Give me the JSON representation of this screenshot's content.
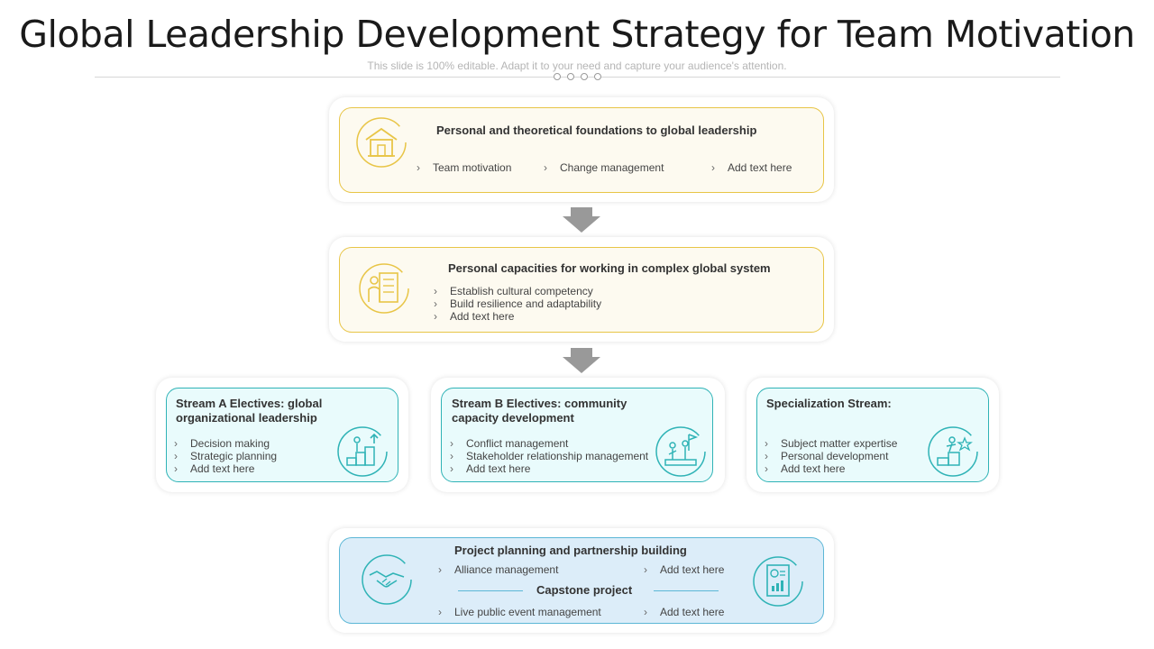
{
  "header": {
    "title": "Global Leadership Development Strategy for Team Motivation",
    "subtitle": "This slide is 100% editable. Adapt it to your need and capture your audience's attention."
  },
  "colors": {
    "yellow": "#e8c547",
    "teal": "#2fb3b6",
    "blue": "#5cb7d6",
    "arrow": "#999999"
  },
  "stage1": {
    "heading": "Personal and theoretical foundations to global leadership",
    "items": [
      "Team  motivation",
      "Change  management",
      "Add text here"
    ],
    "icon": "building-construction-icon"
  },
  "stage2": {
    "heading": "Personal capacities for working in complex global system",
    "items": [
      "Establish cultural competency",
      "Build resilience and adaptability",
      "Add text here"
    ],
    "icon": "person-checklist-icon"
  },
  "streams": [
    {
      "heading_line1": "Stream A Electives: global",
      "heading_line2": "organizational leadership",
      "items": [
        "Decision making",
        "Strategic planning",
        "Add text here"
      ],
      "icon": "growth-steps-icon"
    },
    {
      "heading_line1": "Stream B Electives: community",
      "heading_line2": "capacity development",
      "items": [
        "Conflict management",
        "Stakeholder relationship management",
        "Add text here"
      ],
      "icon": "teamwork-flag-icon"
    },
    {
      "heading_line1": "Specialization Stream:",
      "heading_line2": "",
      "items": [
        "Subject matter expertise",
        "Personal development",
        "Add text here"
      ],
      "icon": "climbing-star-icon"
    }
  ],
  "stage4": {
    "heading": "Project planning and partnership building",
    "row1": [
      "Alliance management",
      "Add text here"
    ],
    "middle": "Capstone project",
    "row2": [
      "Live public event management",
      "Add text here"
    ],
    "icon_left": "handshake-icon",
    "icon_right": "report-document-icon"
  }
}
